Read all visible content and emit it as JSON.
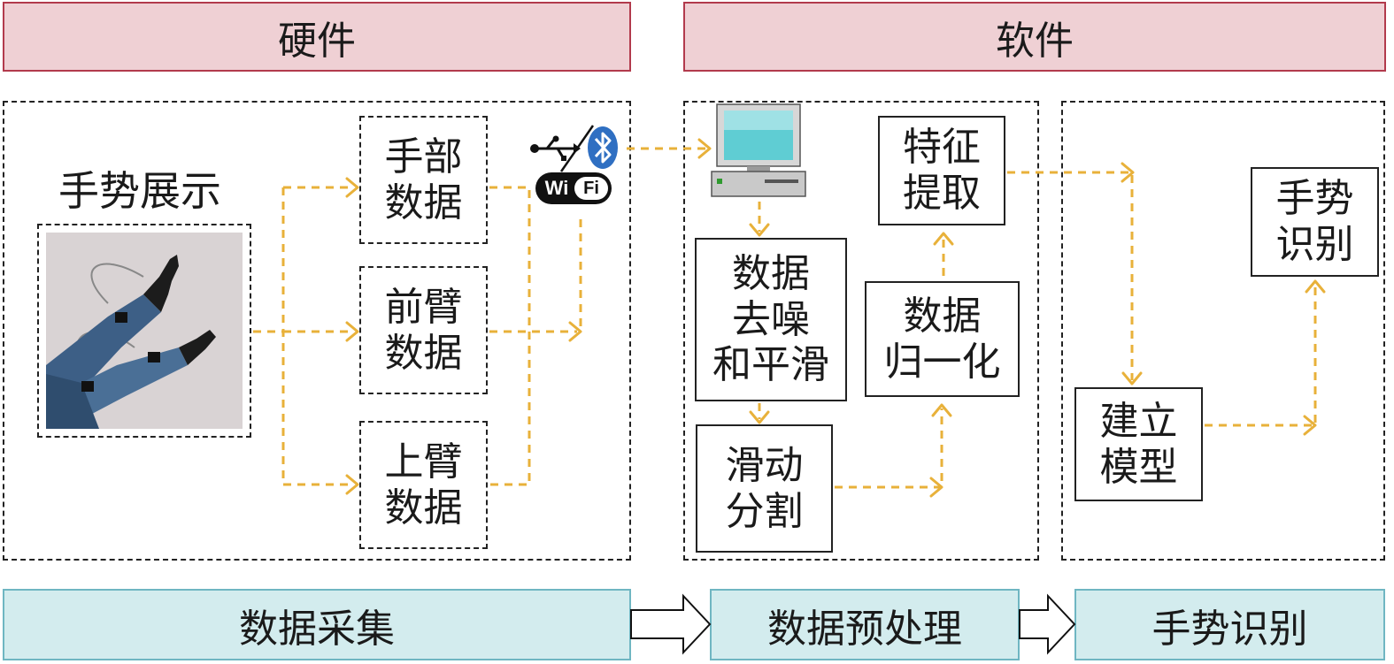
{
  "headers": {
    "hardware": "硬件",
    "software": "软件"
  },
  "gesture_display": {
    "label": "手势展示"
  },
  "sensors": {
    "hand": [
      "手部",
      "数据"
    ],
    "forearm": [
      "前臂",
      "数据"
    ],
    "upper_arm": [
      "上臂",
      "数据"
    ]
  },
  "connectivity_icons": [
    "usb-icon",
    "bluetooth-icon",
    "wifi-icon"
  ],
  "wifi_badge": {
    "left": "Wi",
    "right": "Fi"
  },
  "processing": {
    "denoise": [
      "数据",
      "去噪",
      "和平滑"
    ],
    "segment": [
      "滑动",
      "分割"
    ],
    "normalize": [
      "数据",
      "归一化"
    ],
    "feature": [
      "特征",
      "提取"
    ]
  },
  "recognition": {
    "model": [
      "建立",
      "模型"
    ],
    "result": [
      "手势",
      "识别"
    ]
  },
  "stages": {
    "collect": "数据采集",
    "preprocess": "数据预处理",
    "recognize": "手势识别"
  },
  "colors": {
    "arrow": "#e8b13a",
    "header_fill": "#efd0d4",
    "header_border": "#b23a4c",
    "stage_fill": "#d3ecee",
    "stage_border": "#6fb6c2"
  }
}
